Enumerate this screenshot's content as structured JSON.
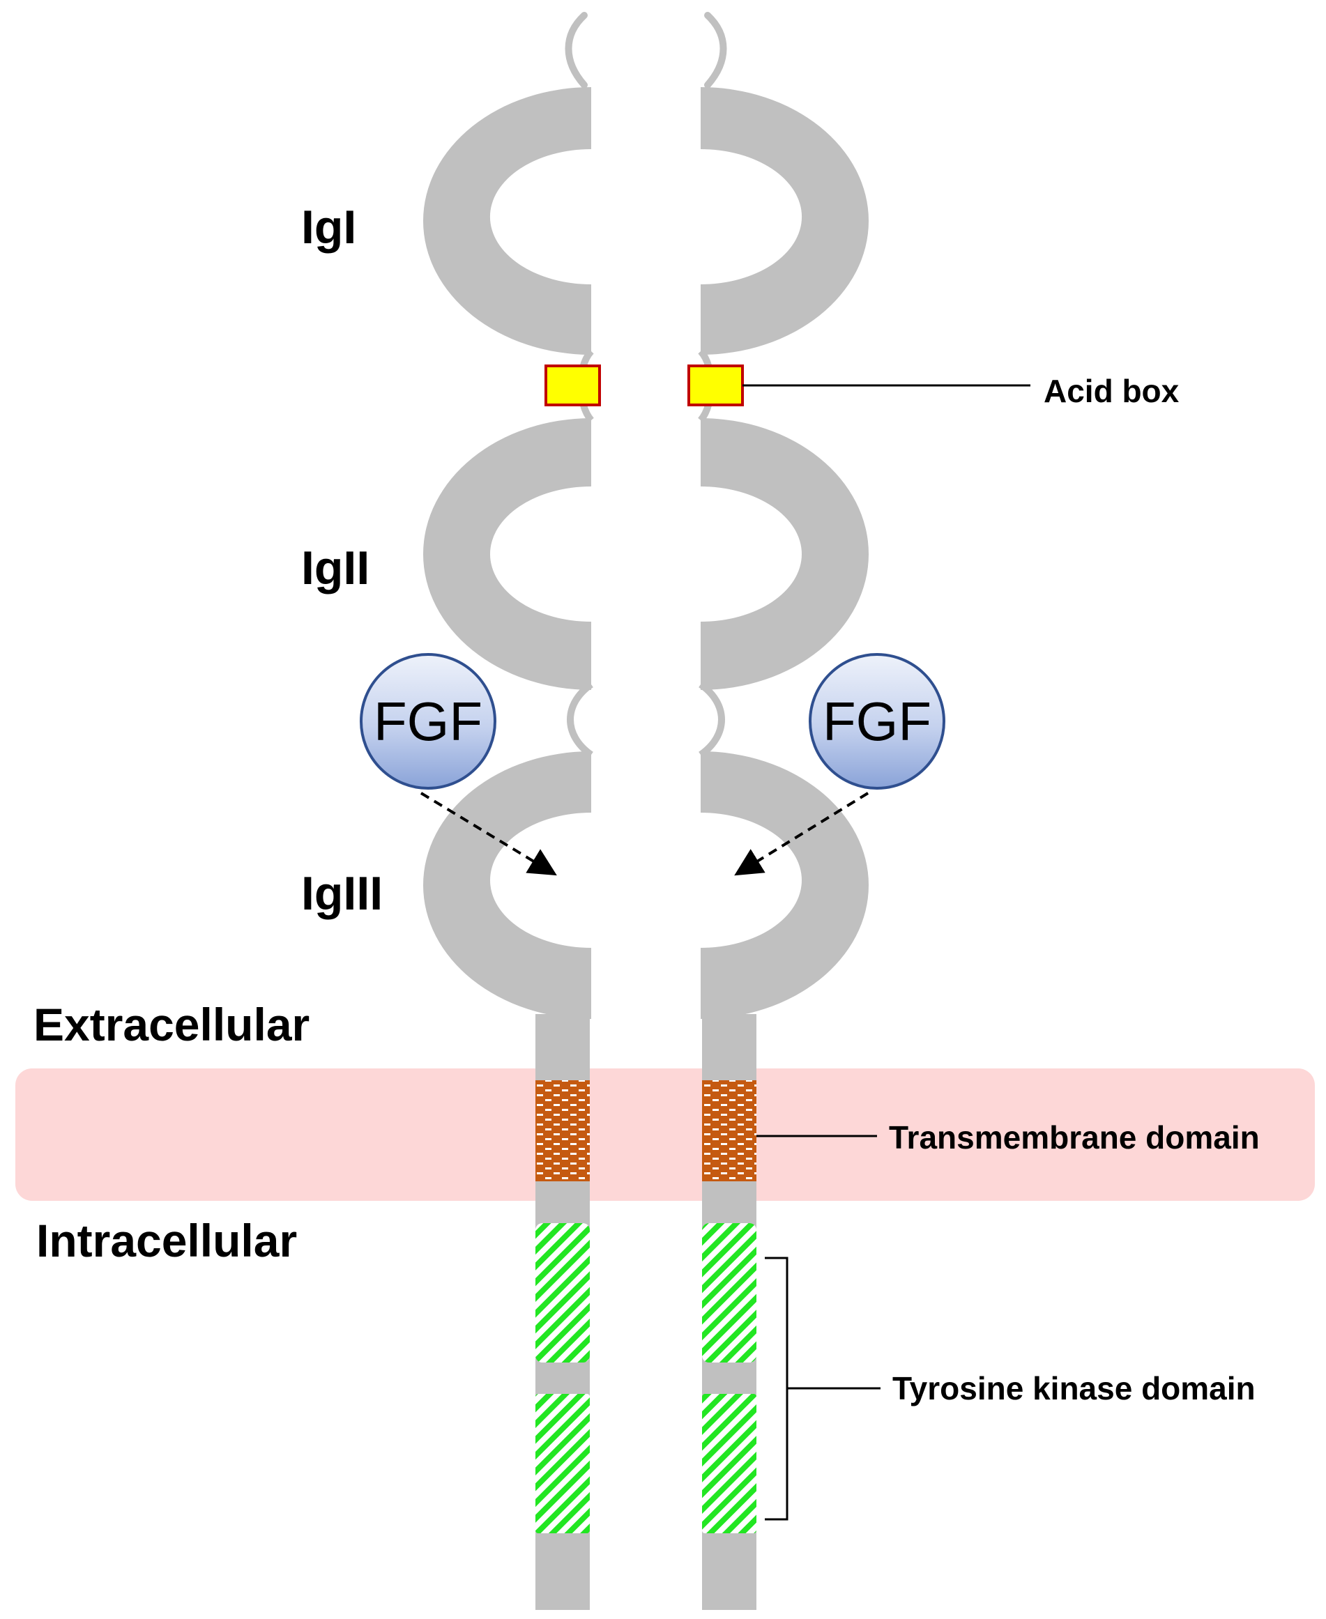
{
  "colors": {
    "receptor_gray": "#c0c0c0",
    "membrane_pink": "#fdd7d7",
    "acid_box_fill": "#ffff00",
    "acid_box_stroke": "#c00000",
    "transmembrane_fill": "#c55a11",
    "kinase_fill": "#22e622",
    "fgf_top": "#eef2fa",
    "fgf_bottom": "#8aa3d8",
    "fgf_stroke": "#2f4f8f"
  },
  "domains": {
    "ig1": "IgI",
    "ig2": "IgII",
    "ig3": "IgIII"
  },
  "regions": {
    "extracellular": "Extracellular",
    "intracellular": "Intracellular"
  },
  "ligands": {
    "left": "FGF",
    "right": "FGF"
  },
  "callouts": {
    "acid_box": "Acid box",
    "transmembrane": "Transmembrane domain",
    "kinase": "Tyrosine kinase domain"
  }
}
